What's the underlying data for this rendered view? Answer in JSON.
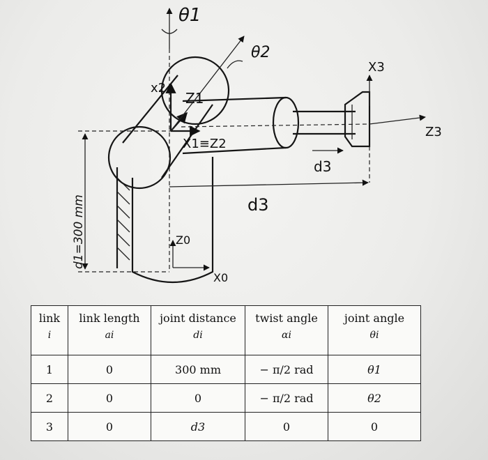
{
  "diagram": {
    "theta1": "θ1",
    "theta2": "θ2",
    "x2": "x2",
    "z1": "Z1",
    "x1z2": "X1≡Z2",
    "x3": "X3",
    "z3": "Z3",
    "d3_arrow": "d3",
    "d3_dim": "d3",
    "d1": "d1=300 mm",
    "z0": "Z0",
    "x0": "X0"
  },
  "table": {
    "headers": [
      {
        "label": "link",
        "sym": "i"
      },
      {
        "label": "link length",
        "sym": "ai"
      },
      {
        "label": "joint distance",
        "sym": "di"
      },
      {
        "label": "twist angle",
        "sym": "αi"
      },
      {
        "label": "joint angle",
        "sym": "θi"
      }
    ],
    "rows": [
      [
        "1",
        "0",
        "300 mm",
        "− π/2 rad",
        "θ1"
      ],
      [
        "2",
        "0",
        "0",
        "− π/2 rad",
        "θ2"
      ],
      [
        "3",
        "0",
        "d3",
        "0",
        "0"
      ]
    ]
  }
}
